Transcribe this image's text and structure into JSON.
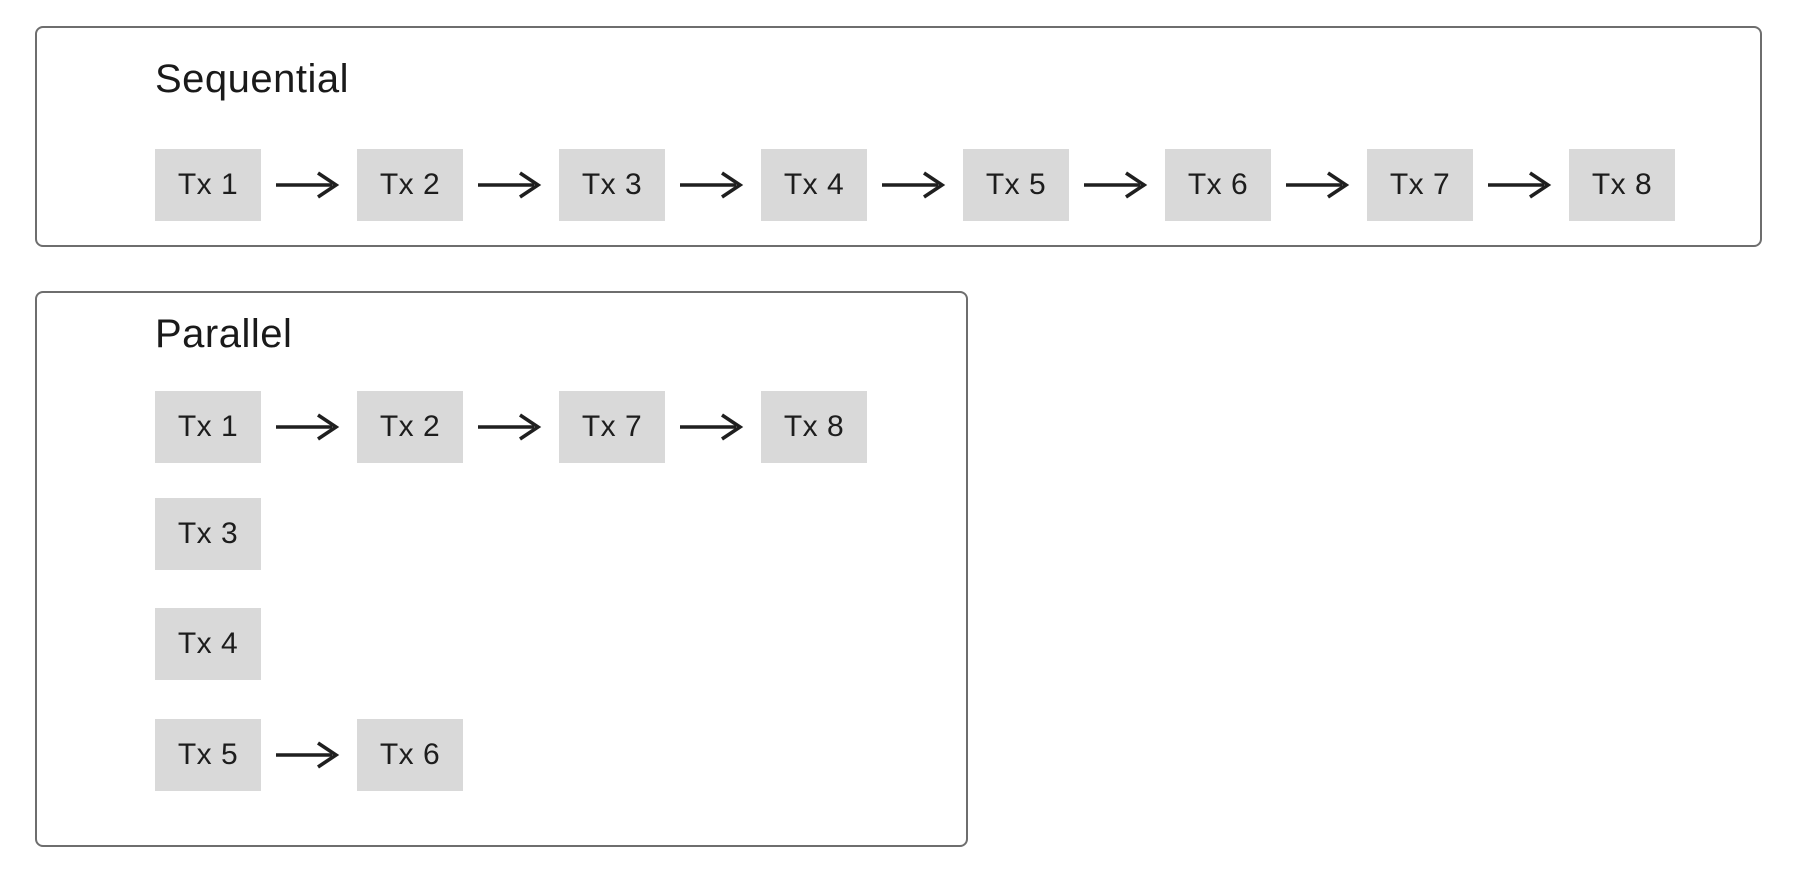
{
  "colors": {
    "background": "#ffffff",
    "panel_border": "#6e6e6e",
    "box_fill": "#d9d9d9",
    "box_text": "#1d1d1d",
    "title_text": "#1a1a1a",
    "arrow": "#1f1f1f"
  },
  "icons": {
    "arrow": "right-arrow-icon"
  },
  "diagram": {
    "panels": [
      {
        "title": "Sequential",
        "rows": [
          [
            "Tx 1",
            "Tx 2",
            "Tx 3",
            "Tx 4",
            "Tx 5",
            "Tx 6",
            "Tx 7",
            "Tx 8"
          ]
        ]
      },
      {
        "title": "Parallel",
        "rows": [
          [
            "Tx 1",
            "Tx 2",
            "Tx 7",
            "Tx 8"
          ],
          [
            "Tx 3"
          ],
          [
            "Tx 4"
          ],
          [
            "Tx 5",
            "Tx 6"
          ]
        ]
      }
    ]
  }
}
